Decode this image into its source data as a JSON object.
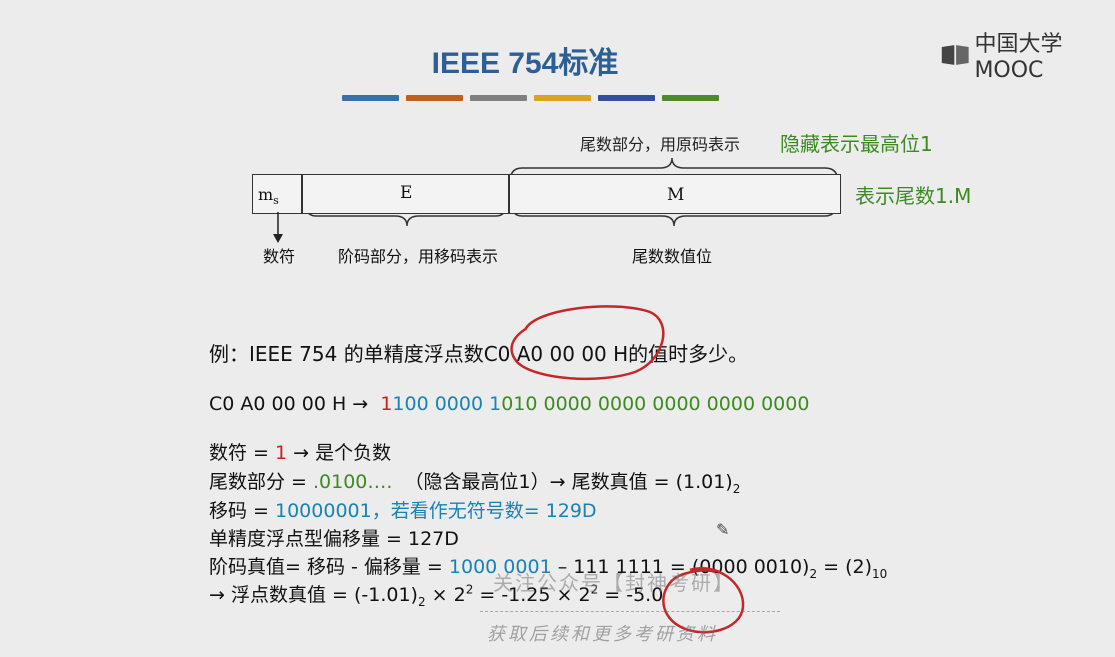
{
  "logo": {
    "text": "中国大学MOOC",
    "icon": "mooc-logo-icon"
  },
  "title": "IEEE 754标准",
  "stripe_colors": [
    "#3a6fa8",
    "#c0601e",
    "#7f7f7f",
    "#d9a420",
    "#2f4f9e",
    "#4c8c2e"
  ],
  "diagram": {
    "mantissa_caption": "尾数部分，用原码表示",
    "hidden_note": "隐藏表示最高位1",
    "repr_note": "表示尾数1.M",
    "field_sign": "m",
    "field_sign_sub": "s",
    "field_exp": "E",
    "field_mant": "M",
    "label_sign": "数符",
    "label_exp": "阶码部分，用移码表示",
    "label_mval": "尾数数值位"
  },
  "example": {
    "question_prefix": "例：IEEE 754 的单精度浮点数",
    "question_hex": "C0 A0 00 00 H",
    "question_suffix": "的值时多少。",
    "hex": "C0 A0 00 00 H",
    "arrow": "→",
    "bin_sign": "1",
    "bin_exp_a": "100 0000 1",
    "bin_mant": "010 0000 0000 0000 0000 0000",
    "sign_label": "数符 = ",
    "sign_val": "1",
    "sign_desc": " → 是个负数",
    "mant_label": "尾数部分 = ",
    "mant_val": ".0100….",
    "mant_desc": "（隐含最高位1）→ 尾数真值 = (1.01)",
    "mant_sub": "2",
    "bias_code_label": "移码 = ",
    "bias_code_val": "10000001，若看作无符号数= 129D",
    "offset_line": "单精度浮点型偏移量 = 127D",
    "exp_label": "阶码真值= 移码 - 偏移量 = ",
    "exp_val": "1000 0001",
    "exp_rest1": " – 111 1111 = (0000 0010)",
    "exp_sub1": "2",
    "exp_rest2": " = (2)",
    "exp_sub2": "10",
    "final_prefix": "→   浮点数真值 = (-1.01)",
    "final_sub": "2",
    "final_mid1": " × 2",
    "final_sup1": "2",
    "final_mid2": " = -1.25 × 2",
    "final_sup2": "2",
    "final_end": " = -5.0"
  },
  "watermark": {
    "line1": "关注公众号【封神考研】",
    "line2": "获取后续和更多考研资料"
  }
}
